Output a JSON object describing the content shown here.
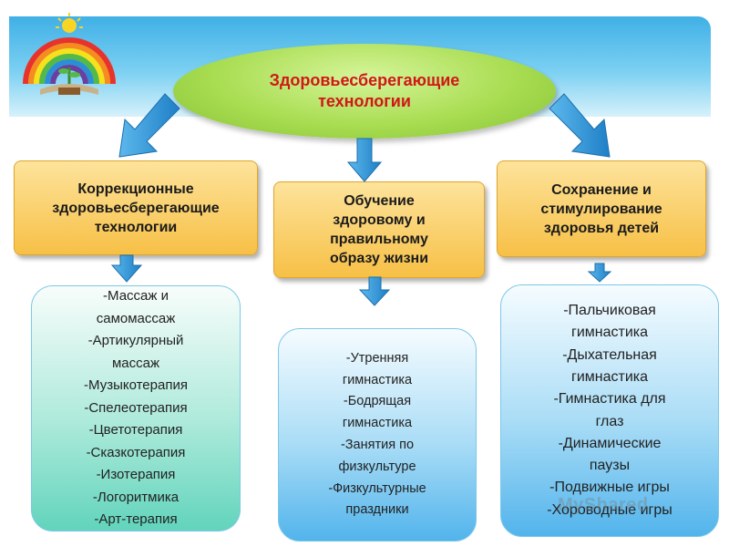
{
  "title": "Здоровьесберегающие технологии",
  "categories": [
    {
      "heading": "Коррекционные здоровьесберегающие технологии",
      "items": [
        "-Массаж и самомассаж",
        "-Артикулярный массаж",
        "-Музыкотерапия",
        "-Спелеотерапия",
        "-Цветотерапия",
        "-Сказкотерапия",
        "-Изотерапия",
        "-Логоритмика",
        "-Арт-терапия"
      ]
    },
    {
      "heading": "Обучение здоровому и правильному образу жизни",
      "items": [
        "-Утренняя гимнастика",
        "-Бодрящая гимнастика",
        "-Занятия по физкультуре",
        "-Физкультурные праздники"
      ]
    },
    {
      "heading": "Сохранение и стимулирование здоровья детей",
      "items": [
        "-Пальчиковая гимнастика",
        "-Дыхательная гимнастика",
        "-Гимнастика для глаз",
        "-Динамические паузы",
        "-Подвижные игры",
        "-Хороводные игры"
      ]
    }
  ],
  "watermark": "MyShared",
  "colors": {
    "title_text": "#d01818",
    "ellipse": "#a9dd52",
    "heading_box": "#f7c046",
    "arrow": "#2f95d8",
    "list_box_1": "#62d4bc",
    "list_box_2": "#52b4ec",
    "list_box_3": "#52b4ec",
    "banner": "#3fb0e6"
  }
}
